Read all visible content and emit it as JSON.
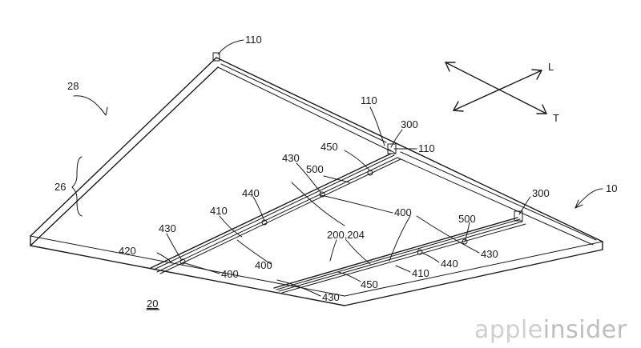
{
  "labels": {
    "ref_110_top": "110",
    "ref_110_mid": "110",
    "ref_110_right": "110",
    "ref_300_mid": "300",
    "ref_300_right": "300",
    "ref_28": "28",
    "ref_26": "26",
    "ref_10": "10",
    "ref_450_top": "450",
    "ref_500_top": "500",
    "ref_430_top": "430",
    "ref_440_left": "440",
    "ref_410_left": "410",
    "ref_400_mid": "400",
    "ref_500_right": "500",
    "ref_200_204": "200,204",
    "ref_430_left": "430",
    "ref_420": "420",
    "ref_400_left": "400",
    "ref_400_center": "400",
    "ref_430_right": "430",
    "ref_440_right": "440",
    "ref_410_right": "410",
    "ref_450_bottom": "450",
    "ref_430_bottom": "430",
    "ref_20": "20"
  },
  "axes": {
    "longitudinal": "L",
    "transverse": "T"
  },
  "watermark": {
    "prefix": "apple",
    "suffix": "insider"
  }
}
